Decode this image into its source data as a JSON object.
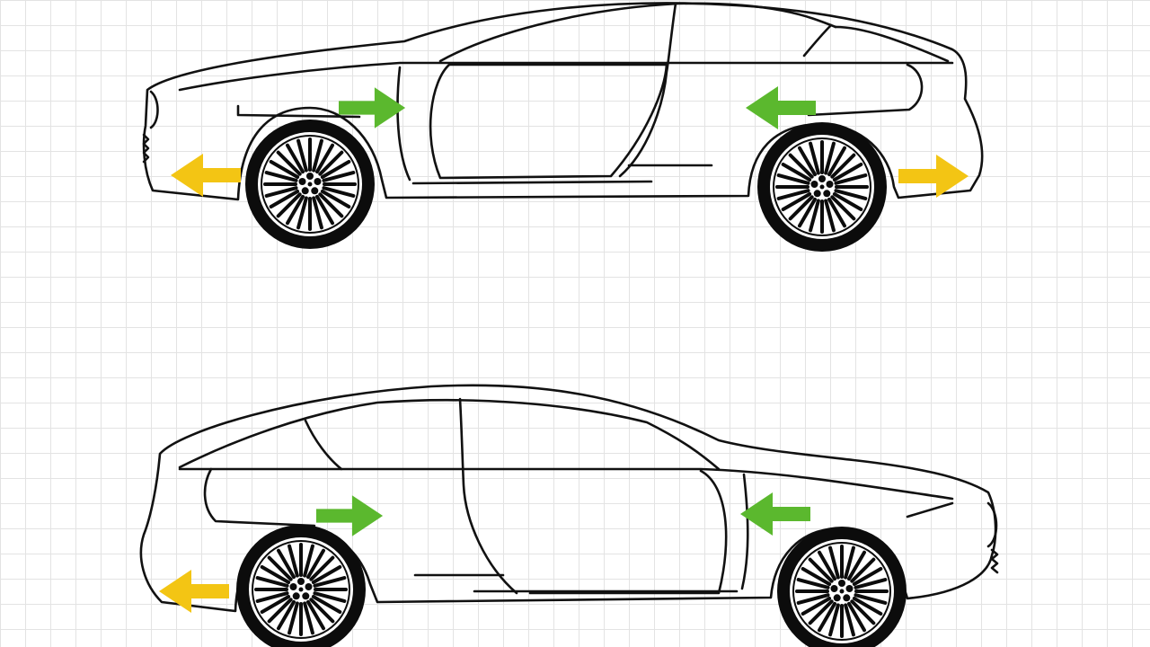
{
  "colors": {
    "background": "#ffffff",
    "grid": "#e3e3e3",
    "outline": "#111111",
    "tire": "#0c0c0c",
    "green_arrow": "#5bb82e",
    "yellow_arrow": "#f3c514"
  },
  "cars": [
    {
      "orientation": "front-left",
      "wheels": [
        {
          "position": "front",
          "arrows": [
            {
              "color": "yellow",
              "direction": "left",
              "icon": "yellow-arrow-left"
            },
            {
              "color": "green",
              "direction": "right",
              "icon": "green-arrow-right"
            }
          ]
        },
        {
          "position": "rear",
          "arrows": [
            {
              "color": "green",
              "direction": "left",
              "icon": "green-arrow-left"
            },
            {
              "color": "yellow",
              "direction": "right",
              "icon": "yellow-arrow-right"
            }
          ]
        }
      ]
    },
    {
      "orientation": "front-right",
      "wheels": [
        {
          "position": "rear",
          "arrows": [
            {
              "color": "yellow",
              "direction": "left",
              "icon": "yellow-arrow-left"
            },
            {
              "color": "green",
              "direction": "right",
              "icon": "green-arrow-right"
            }
          ]
        },
        {
          "position": "front",
          "arrows": [
            {
              "color": "green",
              "direction": "left",
              "icon": "green-arrow-left"
            }
          ]
        }
      ]
    }
  ]
}
